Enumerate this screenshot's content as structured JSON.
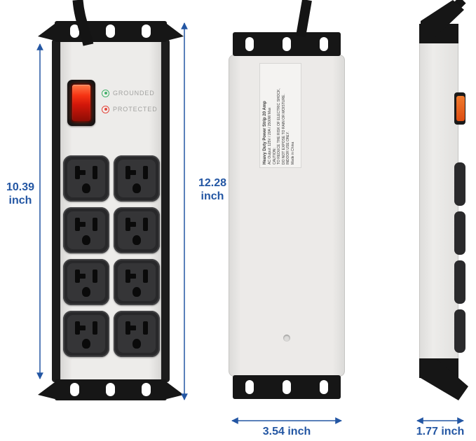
{
  "diagram": {
    "views": {
      "front": {
        "indicators": [
          {
            "label": "GROUNDED",
            "color": "#44b06a"
          },
          {
            "label": "PROTECTED",
            "color": "#e2463b"
          }
        ],
        "outlets": {
          "rows": 4,
          "cols": 2
        }
      },
      "back": {
        "label_lines": [
          "Heavy Duty Power Strip 20 Amp",
          "AC Output: 125V / 20A / 2500W Max",
          "CAUTION:",
          "TO REDUCE THE RISK OF ELECTRIC SHOCK,",
          "DO NOT EXPOSE TO RAIN OR MOISTURE.",
          "INDOOR USE ONLY.",
          "Made in China"
        ]
      }
    },
    "dimensions": {
      "body_height": {
        "value": "10.39",
        "unit": "inch"
      },
      "total_height": {
        "value": "12.28",
        "unit": "inch"
      },
      "width": {
        "value": "3.54",
        "unit": "inch"
      },
      "depth": {
        "value": "1.77",
        "unit": "inch"
      }
    },
    "colors": {
      "dimension_accent": "#2356a3",
      "body_gray": "#edecea",
      "bracket_black": "#161616",
      "outlet_dark": "#28282a",
      "switch_red": "#d2170a",
      "grounded_green": "#44b06a",
      "protected_red": "#e2463b",
      "side_switch_orange": "#dd4d12"
    }
  }
}
